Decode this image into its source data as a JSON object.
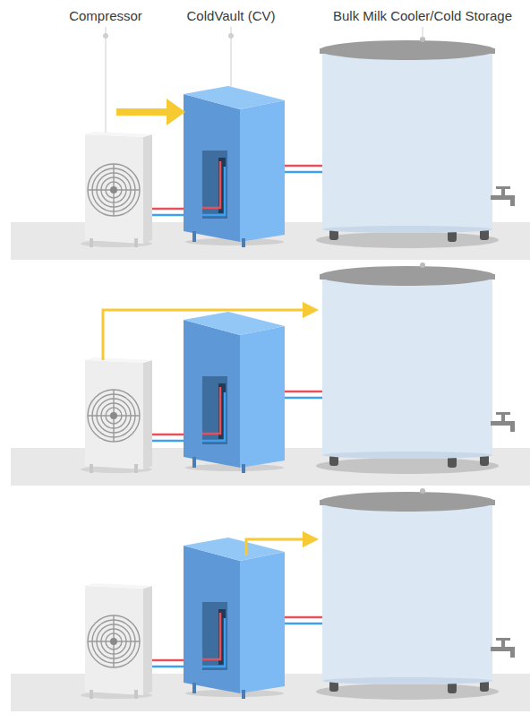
{
  "diagram": {
    "labels": [
      "Compressor",
      "ColdVault (CV)",
      "Bulk Milk Cooler/Cold Storage"
    ]
  }
}
